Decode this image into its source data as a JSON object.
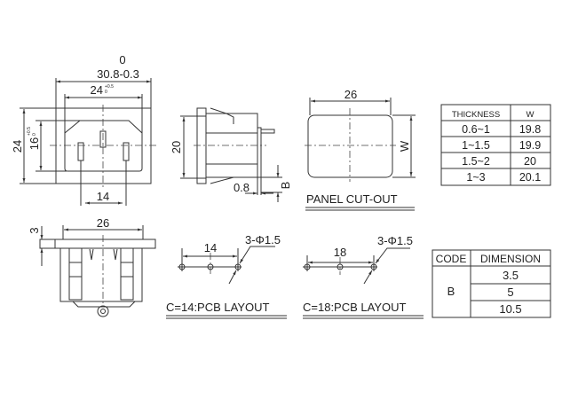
{
  "front_view": {
    "width_tol_top": "0",
    "width_label": "30.8-0.3",
    "inner_width": "24",
    "inner_width_tol_plus": "+0.5",
    "inner_width_tol_minus": "0",
    "height": "24",
    "inner_height": "16",
    "inner_height_tol_plus": "+0.5",
    "inner_height_tol_minus": "0",
    "pin_pitch": "14"
  },
  "side_view": {
    "height": "20",
    "thickness": "0.8",
    "code": "B"
  },
  "panel_cutout": {
    "width": "26",
    "height_label": "W",
    "title": "PANEL CUT-OUT"
  },
  "thickness_table": {
    "headers": [
      "THICKNESS",
      "W"
    ],
    "rows": [
      [
        "0.6~1",
        "19.8"
      ],
      [
        "1~1.5",
        "19.9"
      ],
      [
        "1.5~2",
        "20"
      ],
      [
        "1~3",
        "20.1"
      ]
    ]
  },
  "bottom_view": {
    "width": "26",
    "flange": "3"
  },
  "pcb_layouts": [
    {
      "pitch": "14",
      "holes": "3-Φ1.5",
      "title": "C=14:PCB LAYOUT"
    },
    {
      "pitch": "18",
      "holes": "3-Φ1.5",
      "title": "C=18:PCB LAYOUT"
    }
  ],
  "code_table": {
    "headers": [
      "CODE",
      "DIMENSION"
    ],
    "code": "B",
    "values": [
      "3.5",
      "5",
      "10.5"
    ]
  }
}
